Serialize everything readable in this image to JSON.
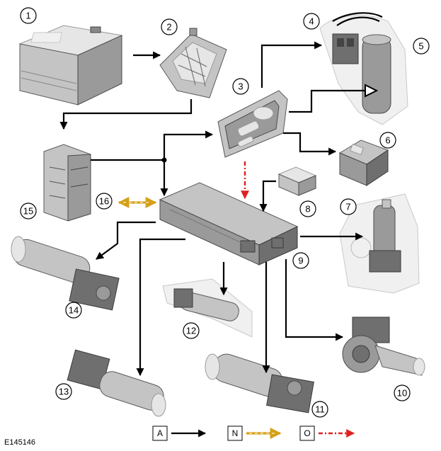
{
  "diagram": {
    "reference_code": "E145146",
    "callouts": [
      "1",
      "2",
      "3",
      "4",
      "5",
      "6",
      "7",
      "8",
      "9",
      "10",
      "11",
      "12",
      "13",
      "14",
      "15",
      "16"
    ],
    "legend": {
      "items": [
        {
          "key": "A",
          "line_style": "solid",
          "color": "#000000"
        },
        {
          "key": "N",
          "line_style": "twisted-pair",
          "color": "#d4a017"
        },
        {
          "key": "O",
          "line_style": "dash-dot",
          "color": "#e02020"
        }
      ]
    },
    "colors": {
      "hardwired": "#000000",
      "lin_bus": "#d4a017",
      "can_bus": "#e02020"
    },
    "components": [
      {
        "callout": "1",
        "icon": "battery-icon"
      },
      {
        "callout": "2",
        "icon": "fuse-box-icon"
      },
      {
        "callout": "3",
        "icon": "seat-switch-pack-icon"
      },
      {
        "callout": "4",
        "icon": "pump-connector-icon"
      },
      {
        "callout": "5",
        "icon": "lumbar-pump-icon"
      },
      {
        "callout": "6",
        "icon": "switch-icon"
      },
      {
        "callout": "7",
        "icon": "recline-motor-icon"
      },
      {
        "callout": "8",
        "icon": "connector-icon"
      },
      {
        "callout": "9",
        "icon": "seat-control-module-icon"
      },
      {
        "callout": "10",
        "icon": "motor-icon"
      },
      {
        "callout": "11",
        "icon": "motor-icon"
      },
      {
        "callout": "12",
        "icon": "motor-icon"
      },
      {
        "callout": "13",
        "icon": "motor-icon"
      },
      {
        "callout": "14",
        "icon": "motor-icon"
      },
      {
        "callout": "15",
        "icon": "central-junction-box-icon"
      },
      {
        "callout": "16",
        "icon": "bus-link-icon"
      }
    ]
  }
}
